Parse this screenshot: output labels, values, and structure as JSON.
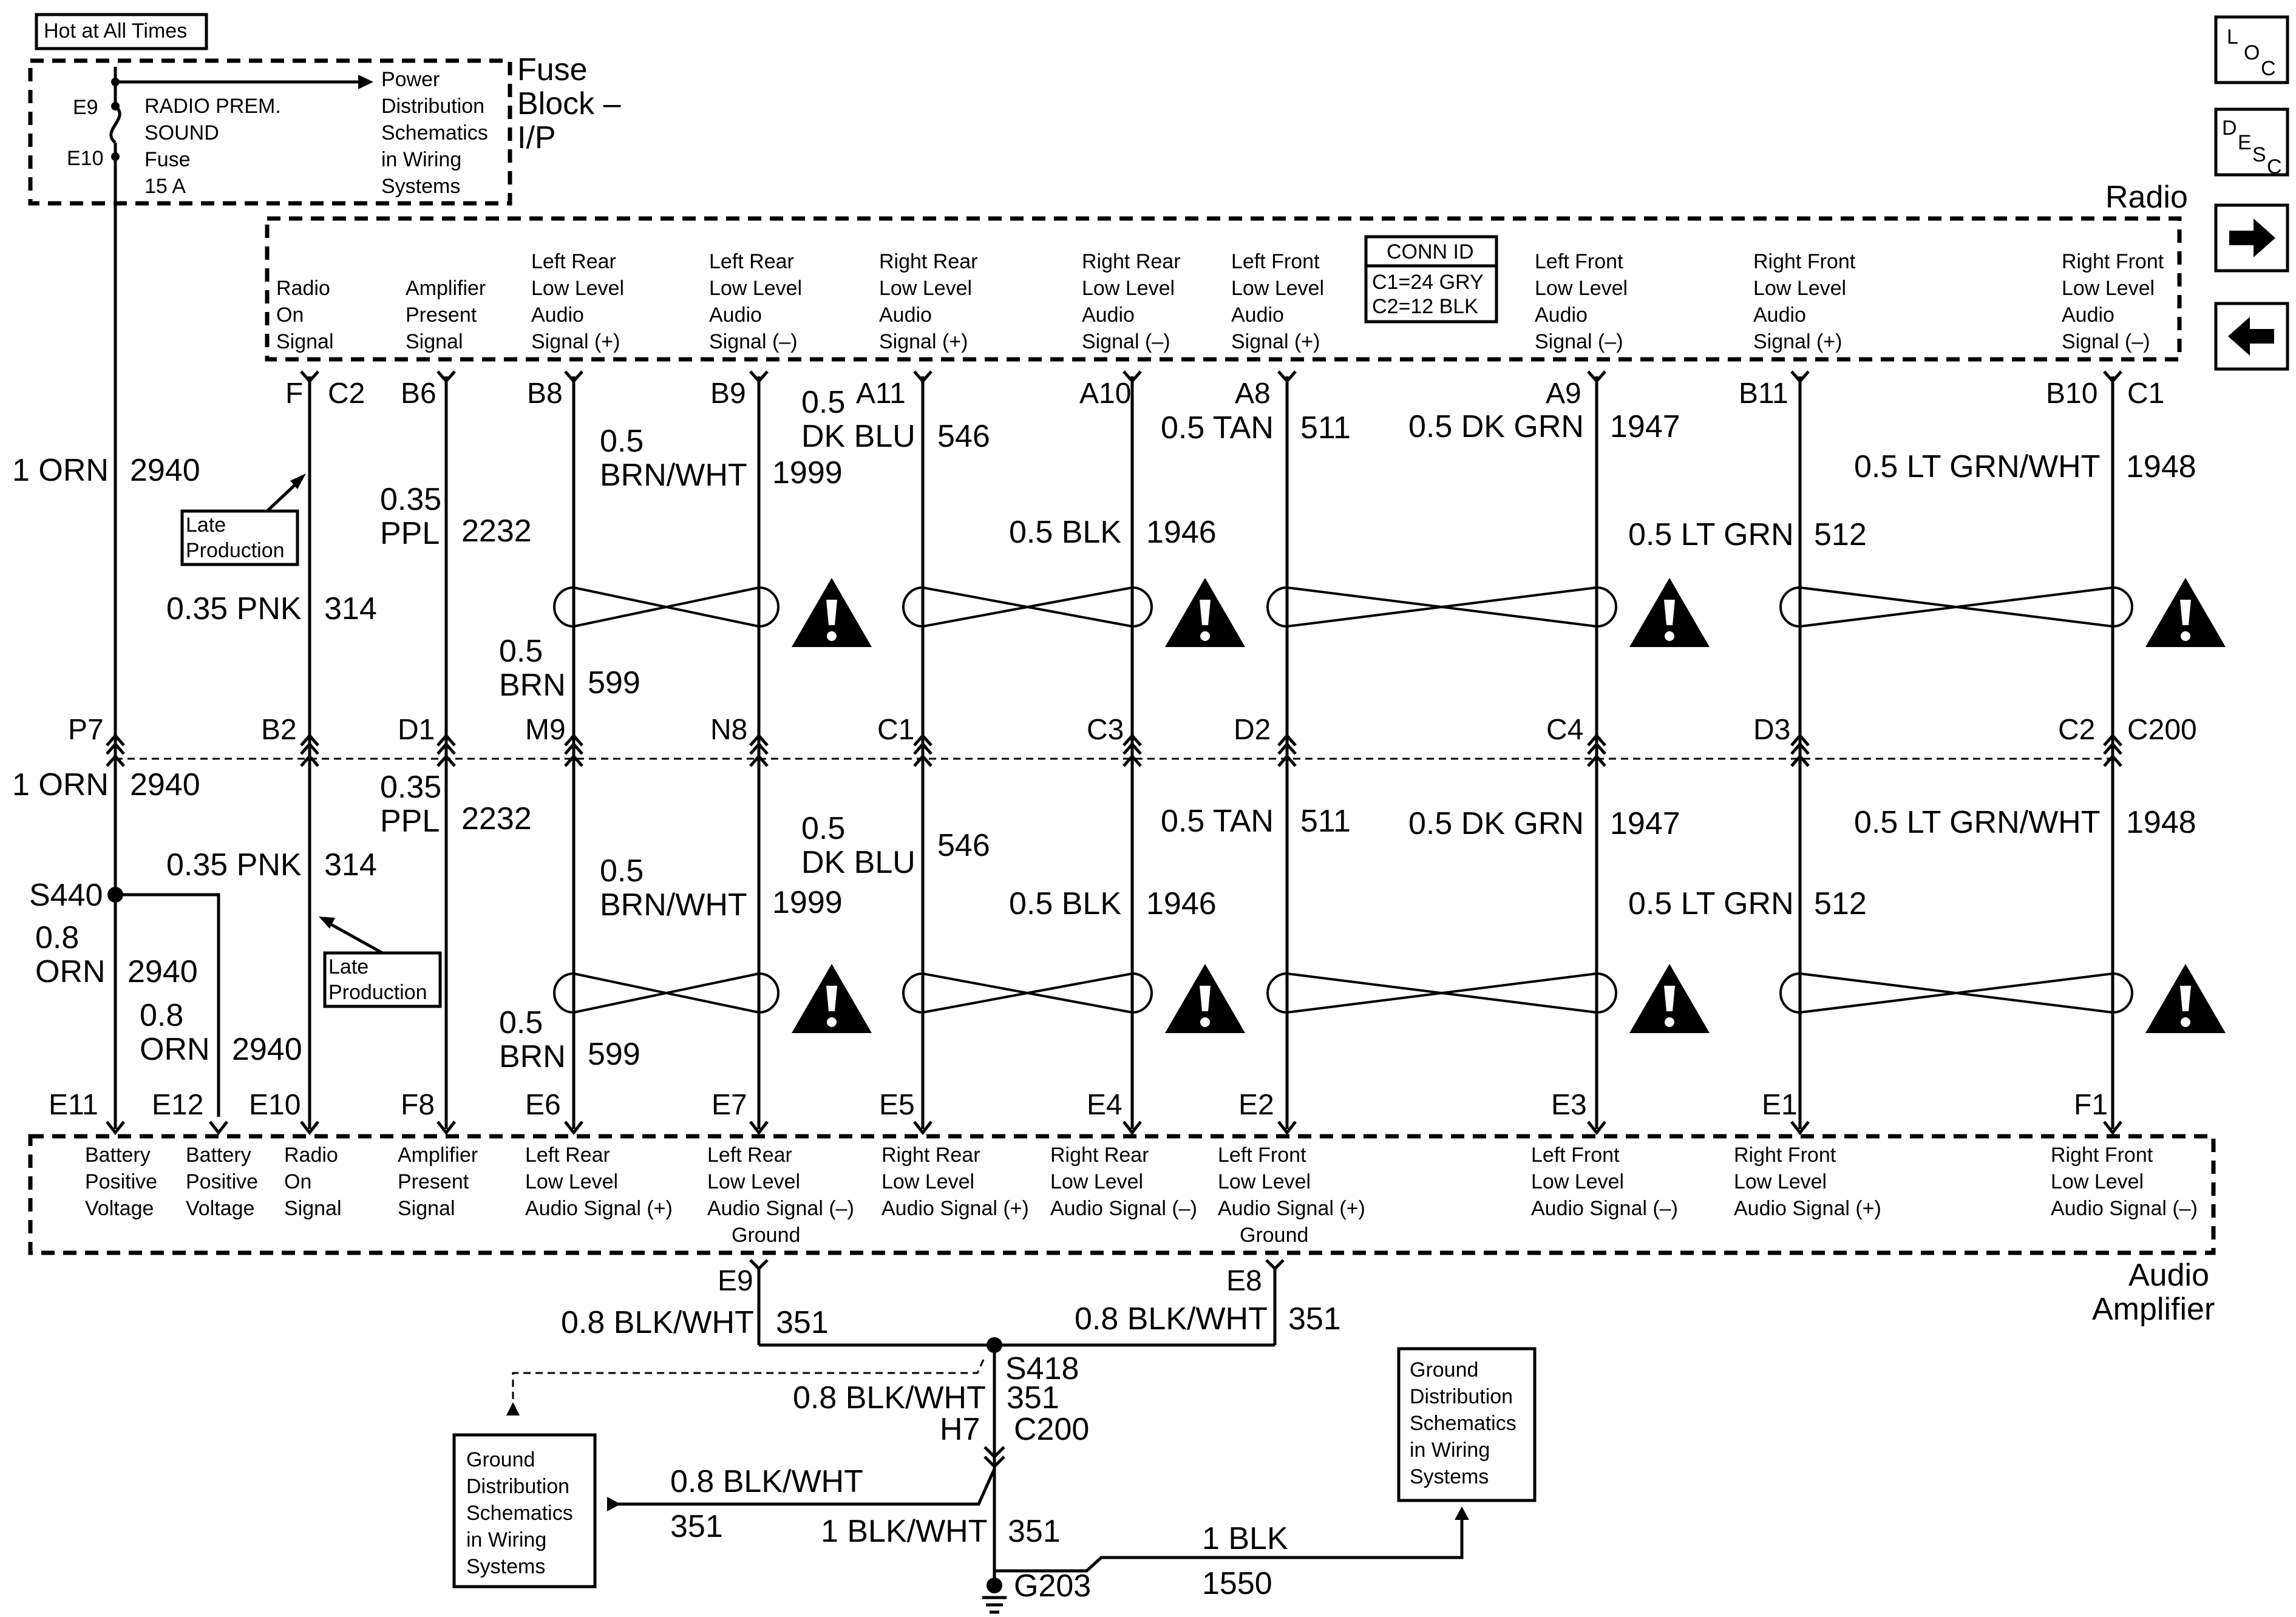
{
  "hot_label": "Hot at All Times",
  "fuse": {
    "pin_top": "E9",
    "pin_bottom": "E10",
    "name_lines": [
      "RADIO PREM.",
      "SOUND",
      "Fuse",
      "15 A"
    ],
    "power_ref_lines": [
      "Power",
      "Distribution",
      "Schematics",
      "in Wiring",
      "Systems"
    ],
    "block_lines": [
      "Fuse",
      "Block –",
      "I/P"
    ]
  },
  "nav_icons": [
    "L",
    "O",
    "C",
    "D",
    "E",
    "S",
    "C"
  ],
  "radio": {
    "title": "Radio",
    "conn_id_title": "CONN ID",
    "conn_id_lines": [
      "C1=24 GRY",
      "C2=12 BLK"
    ],
    "signals": [
      [
        "Radio",
        "On",
        "Signal"
      ],
      [
        "Amplifier",
        "Present",
        "Signal"
      ],
      [
        "Left Rear",
        "Low Level",
        "Audio",
        "Signal (+)"
      ],
      [
        "Left Rear",
        "Low Level",
        "Audio",
        "Signal (–)"
      ],
      [
        "Right Rear",
        "Low Level",
        "Audio",
        "Signal (+)"
      ],
      [
        "Right Rear",
        "Low Level",
        "Audio",
        "Signal (–)"
      ],
      [
        "Left Front",
        "Low Level",
        "Audio",
        "Signal (+)"
      ],
      [
        "Left Front",
        "Low Level",
        "Audio",
        "Signal (–)"
      ],
      [
        "Right Front",
        "Low Level",
        "Audio",
        "Signal (+)"
      ],
      [
        "Right Front",
        "Low Level",
        "Audio",
        "Signal (–)"
      ]
    ]
  },
  "radio_pins": [
    "F",
    "C2",
    "B6",
    "B8",
    "B9",
    "A11",
    "A10",
    "A8",
    "A9",
    "B11",
    "B10",
    "C1"
  ],
  "c200_pins": [
    "P7",
    "B2",
    "D1",
    "M9",
    "N8",
    "C1",
    "C3",
    "D2",
    "C4",
    "D3",
    "C2",
    "C200"
  ],
  "amp_pins": [
    "E11",
    "E12",
    "E10",
    "F8",
    "E6",
    "E7",
    "E5",
    "E4",
    "E2",
    "E3",
    "E1",
    "F1"
  ],
  "upper_wires": [
    {
      "gauge": "1 ORN",
      "circuit": "2940"
    },
    {
      "gauge": "0.35 PNK",
      "circuit": "314"
    },
    {
      "gauge_lines": [
        "0.35",
        "PPL"
      ],
      "circuit": "2232"
    },
    {
      "gauge_lines": [
        "0.5",
        "BRN"
      ],
      "circuit": "599"
    },
    {
      "gauge_lines": [
        "0.5",
        "BRN/WHT"
      ],
      "circuit": "1999"
    },
    {
      "gauge_lines": [
        "0.5",
        "DK BLU"
      ],
      "circuit": "546"
    },
    {
      "gauge": "0.5 BLK",
      "circuit": "1946"
    },
    {
      "gauge": "0.5 TAN",
      "circuit": "511"
    },
    {
      "gauge": "0.5 DK GRN",
      "circuit": "1947"
    },
    {
      "gauge": "0.5 LT GRN",
      "circuit": "512"
    },
    {
      "gauge": "0.5 LT GRN/WHT",
      "circuit": "1948"
    }
  ],
  "lower_wires": [
    {
      "gauge": "1 ORN",
      "circuit": "2940"
    },
    {
      "gauge": "0.35 PNK",
      "circuit": "314"
    },
    {
      "gauge_lines": [
        "0.35",
        "PPL"
      ],
      "circuit": "2232"
    },
    {
      "gauge_lines": [
        "0.5",
        "BRN"
      ],
      "circuit": "599"
    },
    {
      "gauge_lines": [
        "0.5",
        "BRN/WHT"
      ],
      "circuit": "1999"
    },
    {
      "gauge_lines": [
        "0.5",
        "DK BLU"
      ],
      "circuit": "546"
    },
    {
      "gauge": "0.5 BLK",
      "circuit": "1946"
    },
    {
      "gauge": "0.5 TAN",
      "circuit": "511"
    },
    {
      "gauge": "0.5 DK GRN",
      "circuit": "1947"
    },
    {
      "gauge": "0.5 LT GRN",
      "circuit": "512"
    },
    {
      "gauge": "0.5 LT GRN/WHT",
      "circuit": "1948"
    }
  ],
  "late_production_lines": [
    "Late",
    "Production"
  ],
  "splice_s440": "S440",
  "s440_branches": [
    {
      "gauge_lines": [
        "0.8",
        "ORN"
      ],
      "circuit": "2940"
    },
    {
      "gauge_lines": [
        "0.8",
        "ORN"
      ],
      "circuit": "2940"
    }
  ],
  "amplifier": {
    "title_lines": [
      "Audio",
      "Amplifier"
    ],
    "signals": [
      [
        "Battery",
        "Positive",
        "Voltage"
      ],
      [
        "Battery",
        "Positive",
        "Voltage"
      ],
      [
        "Radio",
        "On",
        "Signal"
      ],
      [
        "Amplifier",
        "Present",
        "Signal"
      ],
      [
        "Left Rear",
        "Low Level",
        "Audio Signal (+)"
      ],
      [
        "Left Rear",
        "Low Level",
        "Audio Signal (–)"
      ],
      [
        "Right Rear",
        "Low Level",
        "Audio Signal (+)"
      ],
      [
        "Right Rear",
        "Low Level",
        "Audio Signal (–)"
      ],
      [
        "Left Front",
        "Low Level",
        "Audio Signal (+)"
      ],
      [
        "Left Front",
        "Low Level",
        "Audio Signal (–)"
      ],
      [
        "Right Front",
        "Low Level",
        "Audio Signal (+)"
      ],
      [
        "Right Front",
        "Low Level",
        "Audio Signal (–)"
      ]
    ],
    "ground_label": "Ground",
    "ground_pins": [
      "E9",
      "E8"
    ]
  },
  "ground_section": {
    "wire_gauge": "0.8 BLK/WHT",
    "circuit": "351",
    "splice": "S418",
    "conn_pin": "H7",
    "conn_name": "C200",
    "lower_gauge": "1 BLK/WHT",
    "ground_point": "G203",
    "branch_gauge": "1 BLK",
    "branch_circuit": "1550",
    "ref_lines": [
      "Ground",
      "Distribution",
      "Schematics",
      "in Wiring",
      "Systems"
    ]
  }
}
